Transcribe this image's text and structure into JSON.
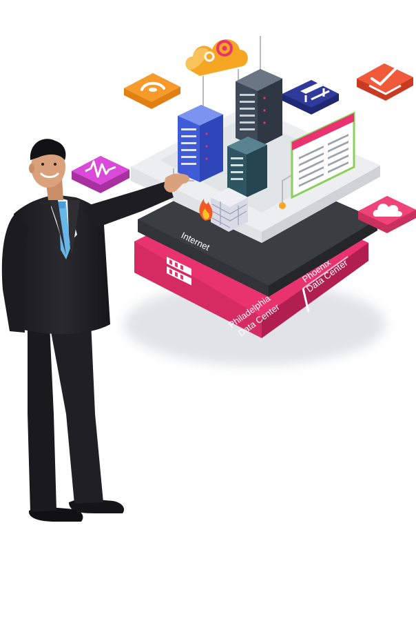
{
  "layers": {
    "internet": {
      "label": "Internet"
    },
    "data_centers": [
      {
        "line1": "Philadelphia",
        "line2": "Data Center"
      },
      {
        "line1": "Phoenix",
        "line2": "Data Center"
      }
    ]
  },
  "colors": {
    "pink": "#e8336f",
    "pink_dark": "#c2255a",
    "dark_layer": "#3a3d42",
    "light_layer": "#eceef0",
    "server_blue": "#3f5bd8",
    "server_slate": "#3f4a58",
    "server_teal": "#2f5563",
    "cloud_orange": "#f6a623",
    "tile_orange": "#f69a2c",
    "tile_orange_red": "#f05a3a",
    "tile_navy": "#2f3a9a",
    "tile_magenta": "#d94ad8",
    "tile_pink": "#ef4477"
  },
  "icons": [
    "cloud-gear-icon",
    "phone-icon",
    "checkmark-icon",
    "network-icon",
    "audio-wave-icon",
    "cloud-icon",
    "firewall-icon",
    "fire-icon",
    "document-icon",
    "server-rack-icon",
    "person-illustration"
  ]
}
